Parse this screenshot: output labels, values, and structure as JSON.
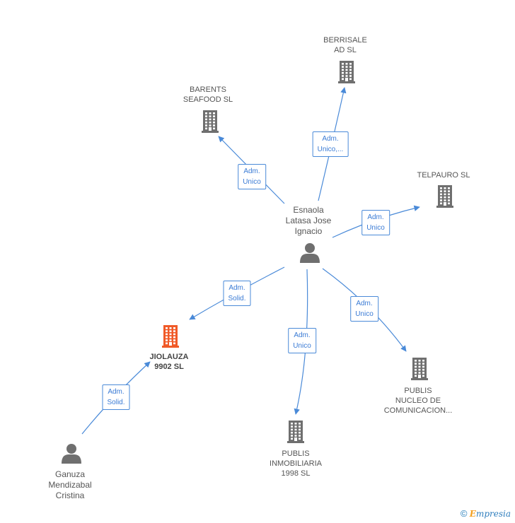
{
  "nodes": [
    {
      "id": "esnaola",
      "kind": "person",
      "lines": [
        "Esnaola",
        "Latasa Jose",
        "Ignacio"
      ]
    },
    {
      "id": "berrisale",
      "kind": "company",
      "lines": [
        "BERRISALE",
        "AD SL"
      ]
    },
    {
      "id": "barents",
      "kind": "company",
      "lines": [
        "BARENTS",
        "SEAFOOD SL"
      ]
    },
    {
      "id": "telpauro",
      "kind": "company",
      "lines": [
        "TELPAURO SL"
      ]
    },
    {
      "id": "jiolauza",
      "kind": "company-main",
      "lines": [
        "JIOLAUZA",
        "9902 SL"
      ]
    },
    {
      "id": "publis_nucleo",
      "kind": "company",
      "lines": [
        "PUBLIS",
        "NUCLEO DE",
        "COMUNICACION..."
      ]
    },
    {
      "id": "publis_inmo",
      "kind": "company",
      "lines": [
        "PUBLIS",
        "INMOBILIARIA",
        "1998 SL"
      ]
    },
    {
      "id": "ganuza",
      "kind": "person",
      "lines": [
        "Ganuza",
        "Mendizabal",
        "Cristina"
      ]
    }
  ],
  "edges": [
    {
      "from": "esnaola",
      "to": "berrisale",
      "label": [
        "Adm.",
        "Unico,..."
      ]
    },
    {
      "from": "esnaola",
      "to": "barents",
      "label": [
        "Adm.",
        "Unico"
      ]
    },
    {
      "from": "esnaola",
      "to": "telpauro",
      "label": [
        "Adm.",
        "Unico"
      ]
    },
    {
      "from": "esnaola",
      "to": "jiolauza",
      "label": [
        "Adm.",
        "Solid."
      ]
    },
    {
      "from": "esnaola",
      "to": "publis_nucleo",
      "label": [
        "Adm.",
        "Unico"
      ]
    },
    {
      "from": "esnaola",
      "to": "publis_inmo",
      "label": [
        "Adm.",
        "Unico"
      ]
    },
    {
      "from": "ganuza",
      "to": "jiolauza",
      "label": [
        "Adm.",
        "Solid."
      ]
    }
  ],
  "colors": {
    "icon": "#6f6f6f",
    "main_icon": "#f05a28",
    "edge": "#4a8ad8",
    "edge_label_text": "#3a7bd5"
  },
  "footer": {
    "copyright": "©",
    "brand_initial": "E",
    "brand_rest": "mpresia"
  }
}
